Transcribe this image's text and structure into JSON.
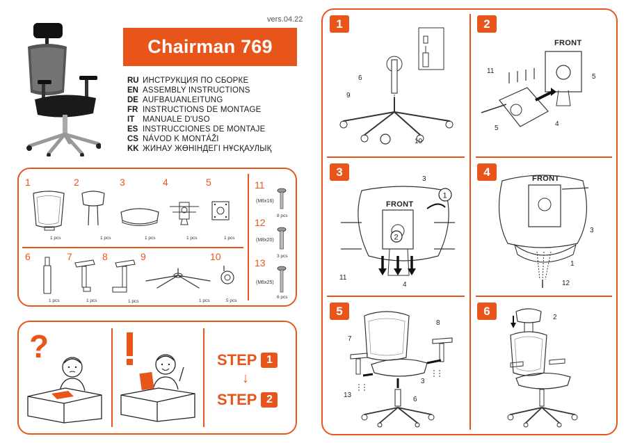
{
  "header": {
    "version": "vers.04.22",
    "title": "Chairman 769"
  },
  "languages": [
    {
      "code": "RU",
      "text": "ИНСТРУКЦИЯ ПО СБОРКЕ"
    },
    {
      "code": "EN",
      "text": "ASSEMBLY INSTRUCTIONS"
    },
    {
      "code": "DE",
      "text": "AUFBAUANLEITUNG"
    },
    {
      "code": "FR",
      "text": "INSTRUCTIONS DE MONTAGE"
    },
    {
      "code": "IT",
      "text": "MANUALE D'USO"
    },
    {
      "code": "ES",
      "text": "INSTRUCCIONES DE MONTAJE"
    },
    {
      "code": "CS",
      "text": "NÁVOD K MONTÁŽI"
    },
    {
      "code": "KK",
      "text": "ЖИНАУ ЖӨНІНДЕГІ НҰСҚАУЛЫҚ"
    }
  ],
  "parts": [
    {
      "num": "1",
      "qty": "1 pcs"
    },
    {
      "num": "2",
      "qty": "1 pcs"
    },
    {
      "num": "3",
      "qty": "1 pcs"
    },
    {
      "num": "4",
      "qty": "1 pcs"
    },
    {
      "num": "5",
      "qty": "1 pcs"
    },
    {
      "num": "6",
      "qty": "1 pcs"
    },
    {
      "num": "7",
      "qty": "1 pcs"
    },
    {
      "num": "8",
      "qty": "1 pcs"
    },
    {
      "num": "9",
      "qty": "1 pcs"
    },
    {
      "num": "10",
      "qty": "5 pcs"
    }
  ],
  "screws": [
    {
      "num": "11",
      "size": "(M6x16)",
      "qty": "8 pcs"
    },
    {
      "num": "12",
      "size": "(M8x20)",
      "qty": "3 pcs"
    },
    {
      "num": "13",
      "size": "(M6x25)",
      "qty": "6 pcs"
    }
  ],
  "order": {
    "step_word": "STEP",
    "first": "1",
    "arrow": "↓",
    "second": "2"
  },
  "steps": [
    {
      "num": "1",
      "labels": [
        "6",
        "9",
        "10"
      ]
    },
    {
      "num": "2",
      "labels": [
        "FRONT",
        "11",
        "5",
        "5",
        "4"
      ]
    },
    {
      "num": "3",
      "labels": [
        "3",
        "FRONT",
        "1",
        "2",
        "11",
        "4"
      ]
    },
    {
      "num": "4",
      "labels": [
        "FRONT",
        "3",
        "1",
        "12"
      ]
    },
    {
      "num": "5",
      "labels": [
        "7",
        "8",
        "3",
        "13",
        "6"
      ]
    },
    {
      "num": "6",
      "labels": [
        "2"
      ]
    }
  ],
  "colors": {
    "accent": "#e8551b"
  }
}
